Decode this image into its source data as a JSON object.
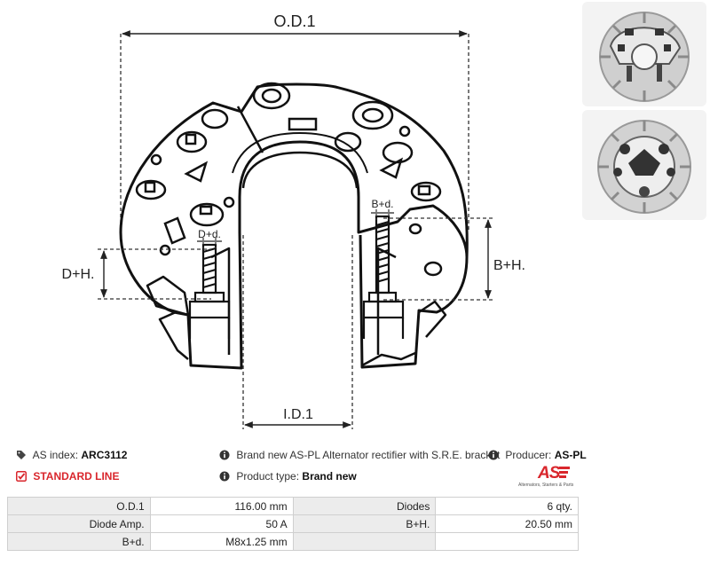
{
  "drawing": {
    "dimension_labels": {
      "od": "O.D.1",
      "id": "I.D.1",
      "dh": "D+H.",
      "bh": "B+H.",
      "dd": "D+d.",
      "bd": "B+d."
    }
  },
  "info": {
    "as_index_label": "AS index:",
    "as_index_value": "ARC3112",
    "standard_line": "STANDARD LINE",
    "description": "Brand new AS-PL Alternator rectifier with S.R.E. bracket",
    "producer_label": "Producer:",
    "producer_value": "AS-PL",
    "product_type_label": "Product type:",
    "product_type_value": "Brand new"
  },
  "logo": {
    "text": "AS",
    "tagline": "Alternators, Starters & Parts",
    "color": "#d9262c"
  },
  "specs": [
    {
      "label1": "O.D.1",
      "value1": "116.00 mm",
      "label2": "Diodes",
      "value2": "6 qty."
    },
    {
      "label1": "Diode Amp.",
      "value1": "50 A",
      "label2": "B+H.",
      "value2": "20.50 mm"
    },
    {
      "label1": "B+d.",
      "value1": "M8x1.25 mm",
      "label2": "",
      "value2": ""
    }
  ]
}
